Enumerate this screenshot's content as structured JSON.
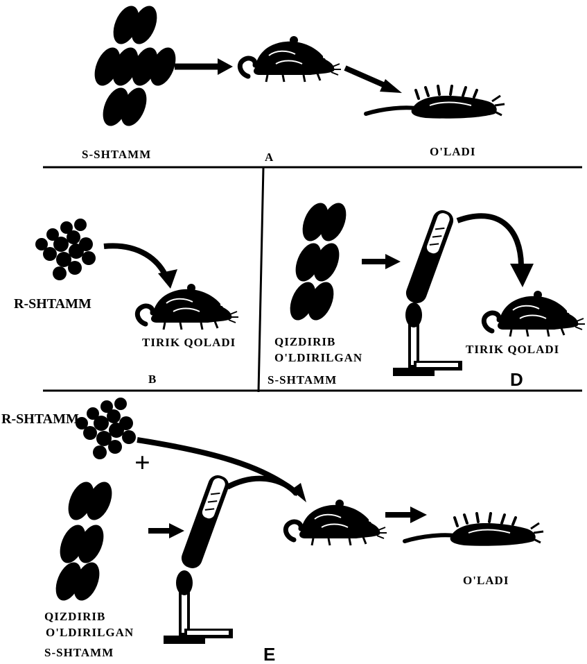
{
  "panels": {
    "a": {
      "source_label": "S-SHTAMM",
      "panel_letter": "A",
      "outcome_label": "O'LADI"
    },
    "b": {
      "source_label": "R-SHTAMM",
      "outcome_label": "TIRIK QOLADI",
      "panel_letter": "B"
    },
    "d": {
      "source_label_line1": "QIZDIRIB",
      "source_label_line2": "O'LDIRILGAN",
      "source_label_line3": "S-SHTAMM",
      "outcome_label": "TIRIK QOLADI",
      "panel_letter": "D"
    },
    "e": {
      "r_label": "R-SHTAMM",
      "plus_sign": "+",
      "source_label_line1": "QIZDIRIB",
      "source_label_line2": "O'LDIRILGAN",
      "source_label_line3": "S-SHTAMM",
      "outcome_label": "O'LADI",
      "panel_letter": "E"
    }
  },
  "colors": {
    "ink": "#000000",
    "paper": "#ffffff"
  }
}
